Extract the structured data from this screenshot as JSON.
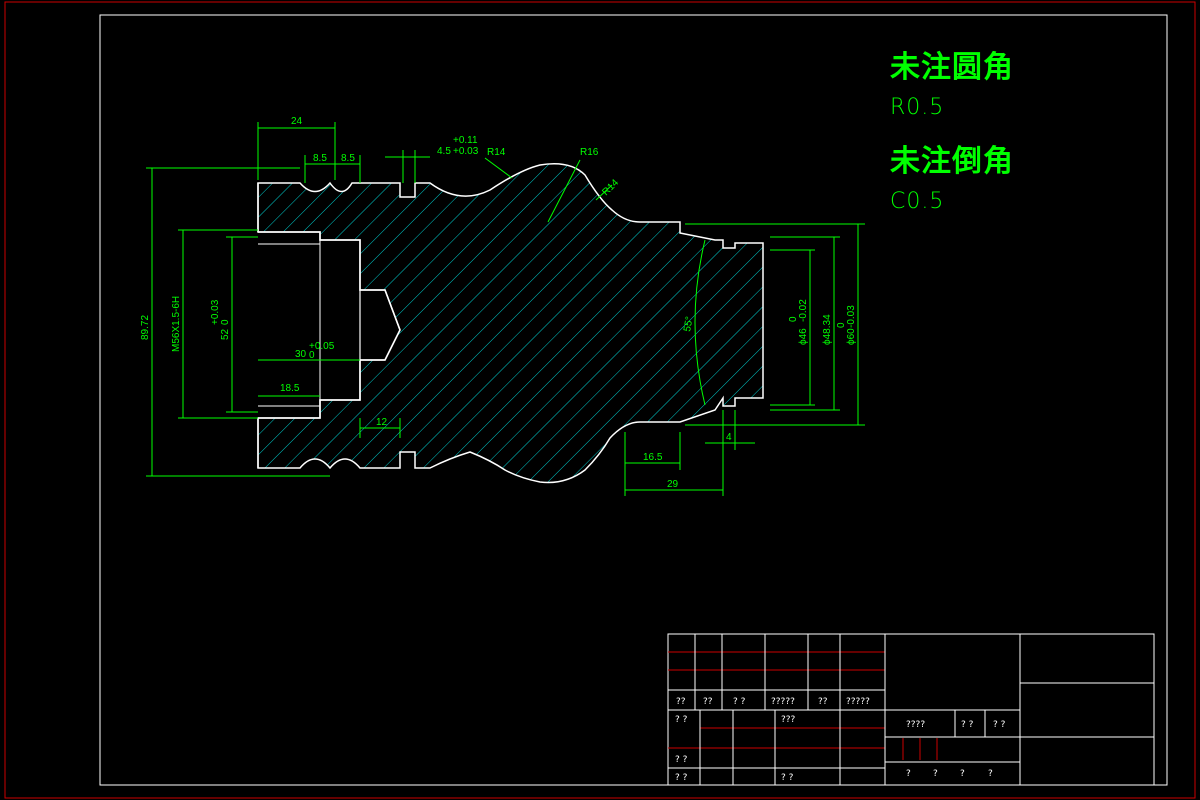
{
  "notes": {
    "fillet_title": "未注圆角",
    "fillet_value": "R0.5",
    "chamfer_title": "未注倒角",
    "chamfer_value": "C0.5"
  },
  "dimensions": {
    "d24": "24",
    "d8_5a": "8.5",
    "d8_5b": "8.5",
    "groove": "4.5",
    "groove_tol_up": "+0.11",
    "groove_tol_low": "+0.03",
    "r14a": "R14",
    "r16": "R16",
    "r14b": "R14",
    "overall_dia": "89.72",
    "thread": "M56X1.5-6H",
    "bore": "52",
    "bore_tol_up": "+0.03",
    "bore_tol_low": "0",
    "d30": "30",
    "d30_tol_up": "+0.05",
    "d30_tol_low": "0",
    "d18_5": "18.5",
    "d12": "12",
    "angle": "55°",
    "phi46": "ϕ46",
    "phi46_tol_up": "0",
    "phi46_tol_low": "-0.02",
    "phi48": "ϕ48.34",
    "phi60": "ϕ60",
    "phi60_tol_up": "0",
    "phi60_tol_low": "-0.03",
    "d16_5": "16.5",
    "d29": "29",
    "d4": "4"
  },
  "title_block": {
    "row_a": [
      "??",
      "??",
      "? ?",
      "?????",
      "??",
      "?????"
    ],
    "row_b_left": "? ?",
    "row_b_mid": "???",
    "row_b_right": [
      "????",
      "? ?",
      "? ?"
    ],
    "row_c_left": "? ?",
    "row_d_left": "? ?",
    "row_d_mid": "? ?",
    "row_d_right": [
      "?",
      "?",
      "?",
      "?"
    ]
  },
  "colors": {
    "outline": "#ffffff",
    "dimension": "#00ff00",
    "hatch": "#00cccc",
    "border": "#cc0000"
  }
}
